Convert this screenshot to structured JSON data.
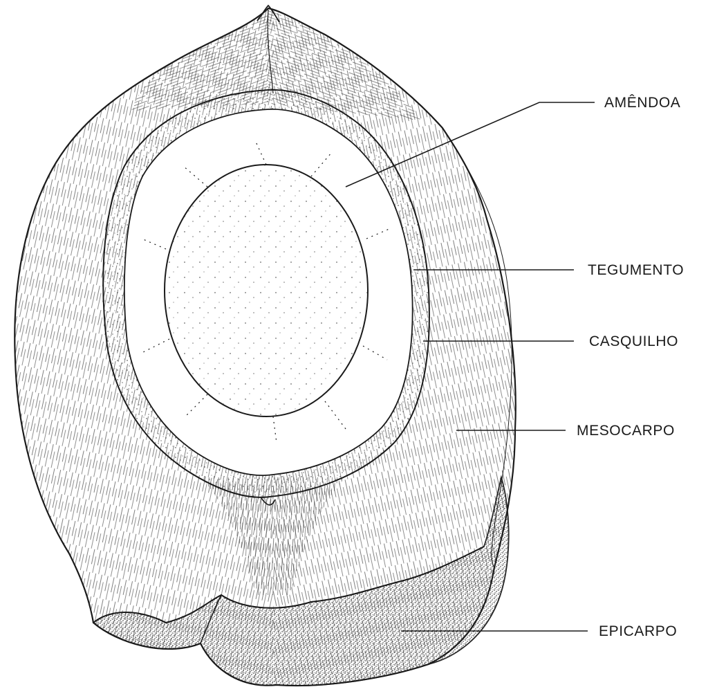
{
  "figure": {
    "labels": [
      {
        "id": "amendoa",
        "text": "AMÊNDOA"
      },
      {
        "id": "tegumento",
        "text": "TEGUMENTO"
      },
      {
        "id": "casquilho",
        "text": "CASQUILHO"
      },
      {
        "id": "mesocarpo",
        "text": "MESOCARPO"
      },
      {
        "id": "epicarpo",
        "text": "EPICARPO"
      }
    ]
  },
  "colors": {
    "ink": "#1a1a1a",
    "paper": "#ffffff",
    "stipple": "#2a2a2a"
  }
}
